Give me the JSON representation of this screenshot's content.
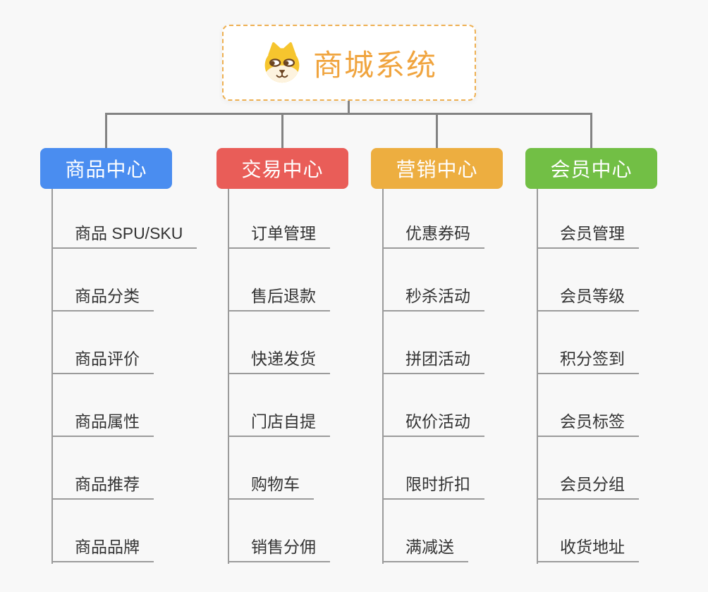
{
  "page": {
    "background_color": "#f8f8f8",
    "connector_color": "#838383",
    "child_line_color": "#9b9b9b"
  },
  "root": {
    "title": "商城系统",
    "title_color": "#f0a43e",
    "border_color": "#eeb052",
    "icon": "dog-face-icon"
  },
  "branches": [
    {
      "label": "商品中心",
      "color": "#4a8df0",
      "children": [
        "商品 SPU/SKU",
        "商品分类",
        "商品评价",
        "商品属性",
        "商品推荐",
        "商品品牌"
      ]
    },
    {
      "label": "交易中心",
      "color": "#e95d58",
      "children": [
        "订单管理",
        "售后退款",
        "快递发货",
        "门店自提",
        "购物车",
        "销售分佣"
      ]
    },
    {
      "label": "营销中心",
      "color": "#edae40",
      "children": [
        "优惠券码",
        "秒杀活动",
        "拼团活动",
        "砍价活动",
        "限时折扣",
        "满减送"
      ]
    },
    {
      "label": "会员中心",
      "color": "#72bf45",
      "children": [
        "会员管理",
        "会员等级",
        "积分签到",
        "会员标签",
        "会员分组",
        "收货地址"
      ]
    }
  ]
}
